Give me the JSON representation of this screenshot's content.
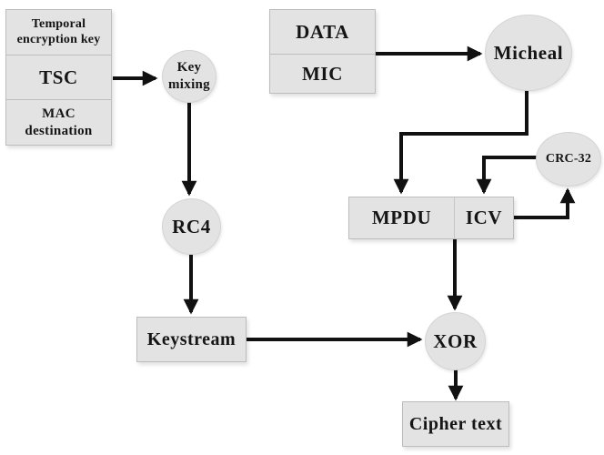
{
  "diagram": {
    "description": "Encryption process flow diagram",
    "colors": {
      "background": "#ffffff",
      "node_fill": "#e3e3e3",
      "node_border": "#bdbdbd",
      "arrow": "#111111",
      "text": "#151515"
    },
    "nodes": {
      "temporal_key": "Temporal\nencryption key",
      "tsc": "TSC",
      "mac_destination": "MAC\ndestination",
      "key_mixing": "Key\nmixing",
      "rc4": "RC4",
      "keystream": "Keystream",
      "data": "DATA",
      "mic": "MIC",
      "michael": "Micheal",
      "crc32": "CRC-32",
      "mpdu": "MPDU",
      "icv": "ICV",
      "xor": "XOR",
      "cipher_text": "Cipher text"
    },
    "edges": [
      {
        "from": "TSC",
        "to": "Key mixing"
      },
      {
        "from": "Key mixing",
        "to": "RC4"
      },
      {
        "from": "RC4",
        "to": "Keystream"
      },
      {
        "from": "Keystream",
        "to": "XOR"
      },
      {
        "from": "DATA / MIC",
        "to": "Micheal"
      },
      {
        "from": "Micheal",
        "to": "MPDU"
      },
      {
        "from": "CRC-32",
        "to": "ICV"
      },
      {
        "from": "ICV",
        "to": "CRC-32"
      },
      {
        "from": "MPDU / ICV",
        "to": "XOR"
      },
      {
        "from": "XOR",
        "to": "Cipher text"
      }
    ]
  }
}
